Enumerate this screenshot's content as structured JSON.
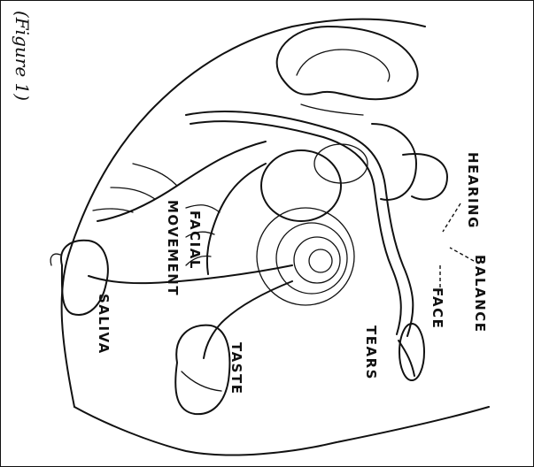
{
  "figure_caption": "(Figure 1)",
  "labels": {
    "hearing": "HEARING",
    "balance": "BALANCE",
    "face": "FACE",
    "tears": "TEARS",
    "taste": "TASTE",
    "saliva": "SALIVA",
    "facial_movement_1": "FACIAL",
    "facial_movement_2": "MOVEMENT"
  }
}
